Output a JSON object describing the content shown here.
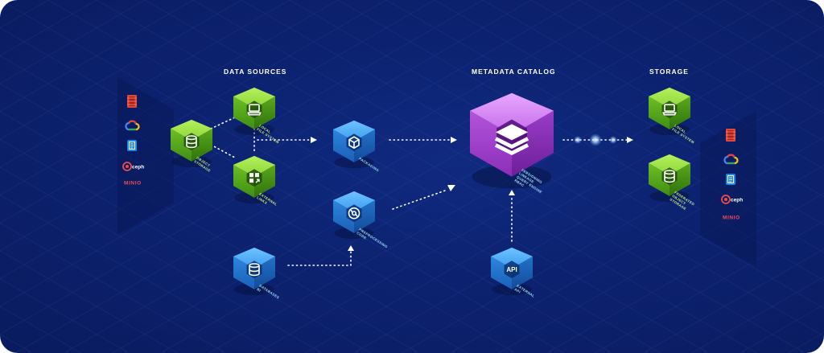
{
  "colors": {
    "background": "#0c2270",
    "green_cube": "#7ecb2c",
    "blue_cube": "#2f8fe0",
    "purple_cube": "#b24fd6",
    "label_blue": "#9fe0ff",
    "label_green": "#c6f08a"
  },
  "headings": {
    "data_sources": "DATA SOURCES",
    "metadata_catalog": "METADATA CATALOG",
    "storage": "STORAGE"
  },
  "nodes": {
    "object_storage": {
      "label": [
        "OBJECT",
        "STORAGE"
      ],
      "icon": "database-icon",
      "color": "green"
    },
    "local_fs_source": {
      "label": [
        "LOCAL",
        "FILE SYSTEM"
      ],
      "icon": "laptop-icon",
      "color": "green"
    },
    "external_links": {
      "label": [
        "EXTERNAL",
        "LINKS"
      ],
      "icon": "grid-link-icon",
      "color": "green"
    },
    "packaging": {
      "label": [
        "PACKAGING"
      ],
      "icon": "package-icon",
      "color": "blue"
    },
    "preprocessing": {
      "label": [
        "PREPROCESSING",
        "CODE"
      ],
      "icon": "gear-cycle-icon",
      "color": "blue"
    },
    "databases": {
      "label": [
        "DATABASES",
        "BI"
      ],
      "icon": "database-icon",
      "color": "blue"
    },
    "catalog": {
      "label": [
        "VERSIONING",
        "LINEAGE",
        "QUERY ENGINE",
        "RBAC"
      ],
      "icon": "layers-icon",
      "color": "purple"
    },
    "external_api": {
      "label": [
        "EXTERNAL",
        "API"
      ],
      "icon_text": "API",
      "color": "blue"
    },
    "local_fs_storage": {
      "label": [
        "LOCAL",
        "FILE SYSTEM"
      ],
      "icon": "laptop-icon",
      "color": "green"
    },
    "federated_storage": {
      "label": [
        "FEDERATED",
        "OBJECT",
        "STORAGE"
      ],
      "icon": "database-icon",
      "color": "green"
    }
  },
  "providers_left": [
    {
      "name": "aws-s3-icon"
    },
    {
      "name": "google-cloud-icon"
    },
    {
      "name": "azure-blob-icon"
    },
    {
      "name": "ceph-icon",
      "text": "ceph"
    },
    {
      "name": "minio-icon",
      "text": "MINIO"
    }
  ],
  "providers_right": [
    {
      "name": "aws-s3-icon"
    },
    {
      "name": "google-cloud-icon"
    },
    {
      "name": "azure-blob-icon"
    },
    {
      "name": "ceph-icon",
      "text": "ceph"
    },
    {
      "name": "minio-icon",
      "text": "MINIO"
    }
  ]
}
